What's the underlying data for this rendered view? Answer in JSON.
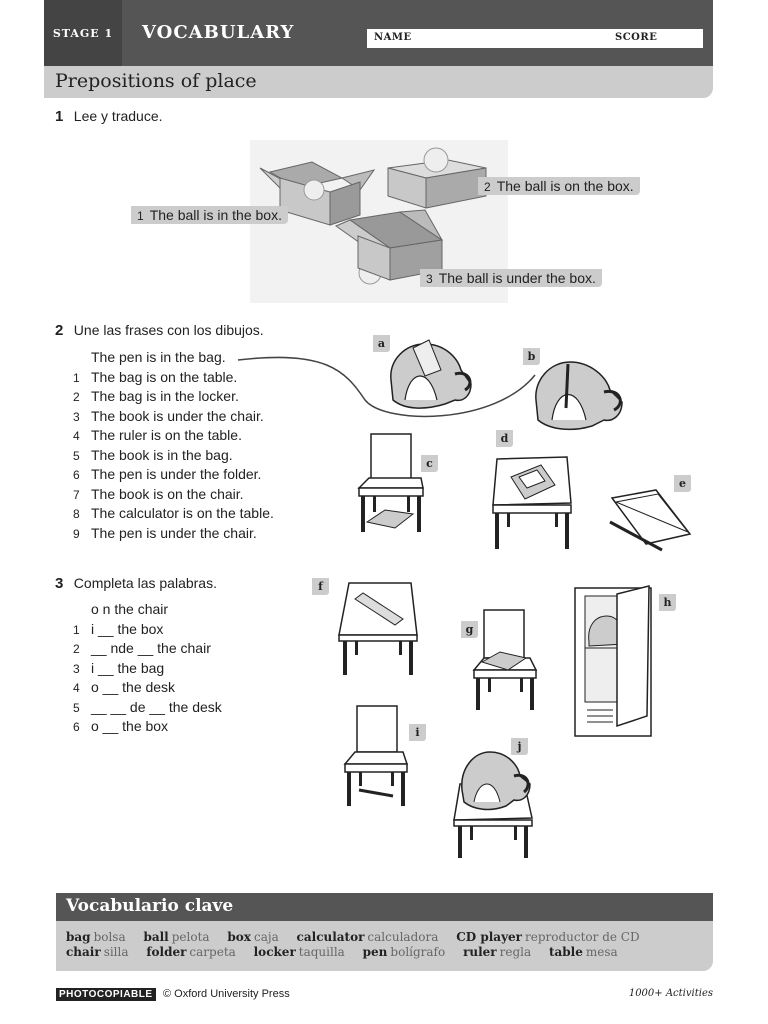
{
  "header": {
    "stage": "STAGE 1",
    "title": "VOCABULARY",
    "name_label": "NAME",
    "score_label": "SCORE",
    "subtitle": "Prepositions of place"
  },
  "ex1": {
    "number": "1",
    "instruction": "Lee y traduce.",
    "captions": [
      {
        "num": "1",
        "text": "The ball is in the box."
      },
      {
        "num": "2",
        "text": "The ball is on the box."
      },
      {
        "num": "3",
        "text": "The ball is under the box."
      }
    ]
  },
  "ex2": {
    "number": "2",
    "instruction": "Une las frases con los dibujos.",
    "example": "The pen is in the bag.",
    "items": [
      {
        "num": "1",
        "text": "The bag is on the table."
      },
      {
        "num": "2",
        "text": "The bag is in the locker."
      },
      {
        "num": "3",
        "text": "The book is under the chair."
      },
      {
        "num": "4",
        "text": "The ruler is on the table."
      },
      {
        "num": "5",
        "text": "The book is in the bag."
      },
      {
        "num": "6",
        "text": "The pen is under the folder."
      },
      {
        "num": "7",
        "text": "The book is on the chair."
      },
      {
        "num": "8",
        "text": "The calculator is on the table."
      },
      {
        "num": "9",
        "text": "The pen is under the chair."
      }
    ]
  },
  "ex3": {
    "number": "3",
    "instruction": "Completa las palabras.",
    "example": "o n the chair",
    "items": [
      {
        "num": "1",
        "text": "i __  the box"
      },
      {
        "num": "2",
        "text": "__ nde __  the chair"
      },
      {
        "num": "3",
        "text": "i __  the bag"
      },
      {
        "num": "4",
        "text": "o __  the desk"
      },
      {
        "num": "5",
        "text": "__ __ de __  the desk"
      },
      {
        "num": "6",
        "text": "o __  the box"
      }
    ]
  },
  "picture_labels": [
    "a",
    "b",
    "c",
    "d",
    "e",
    "f",
    "g",
    "h",
    "i",
    "j"
  ],
  "vocab": {
    "title": "Vocabulario clave",
    "row1": [
      {
        "en": "bag",
        "es": "bolsa"
      },
      {
        "en": "ball",
        "es": "pelota"
      },
      {
        "en": "box",
        "es": "caja"
      },
      {
        "en": "calculator",
        "es": "calculadora"
      },
      {
        "en": "CD player",
        "es": "reproductor de CD"
      }
    ],
    "row2": [
      {
        "en": "chair",
        "es": "silla"
      },
      {
        "en": "folder",
        "es": "carpeta"
      },
      {
        "en": "locker",
        "es": "taquilla"
      },
      {
        "en": "pen",
        "es": "bolígrafo"
      },
      {
        "en": "ruler",
        "es": "regla"
      },
      {
        "en": "table",
        "es": "mesa"
      }
    ]
  },
  "footer": {
    "photocopiable": "PHOTOCOPIABLE",
    "copyright": "© Oxford University Press",
    "activities": "1000+ Activities"
  }
}
